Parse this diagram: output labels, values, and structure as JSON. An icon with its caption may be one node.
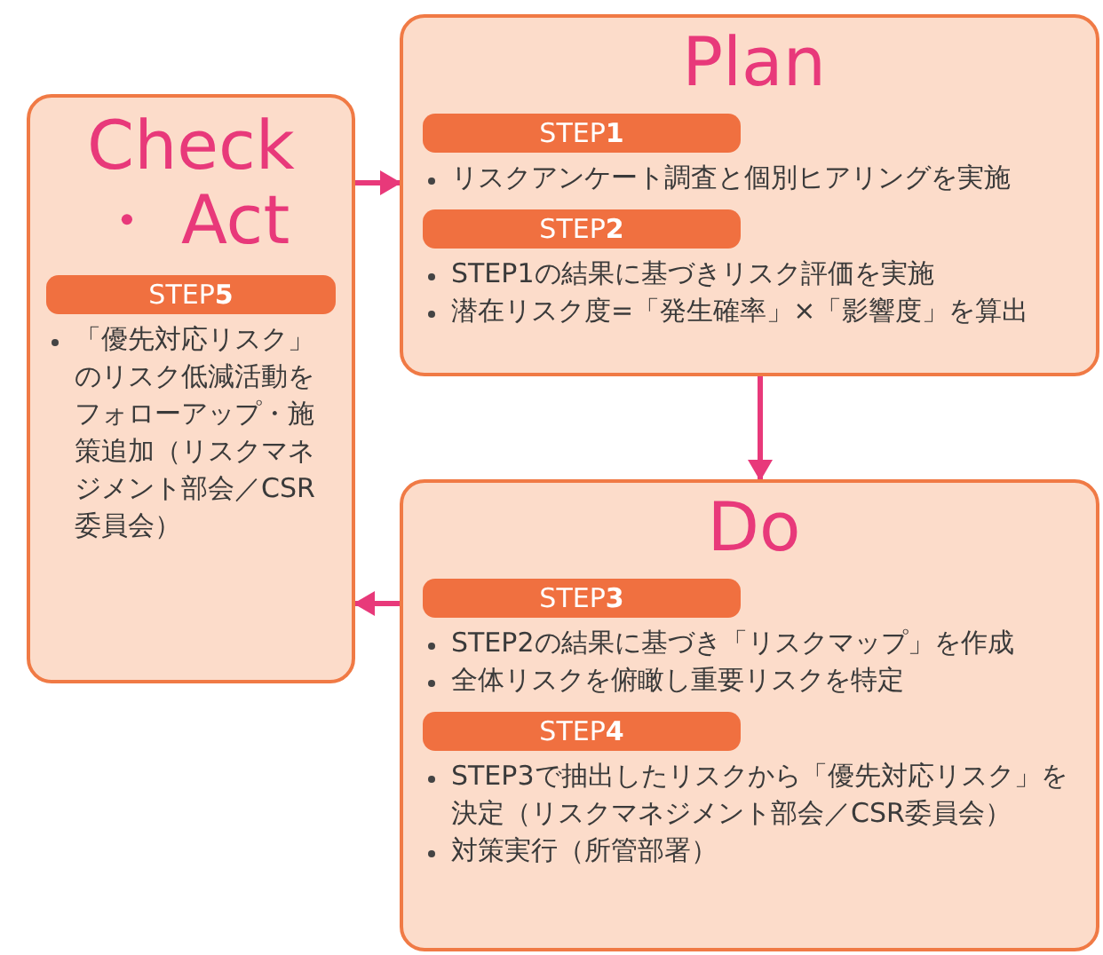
{
  "diagram": {
    "nodes": [
      {
        "text": [
          "Check ・ Act"
        ]
      },
      {
        "text": [
          "STEP**5**"
        ],
        "in": 0,
        "beside": [
          "「優先対応リスク」のリスク低減活動をフォローアップ・施策追加（リスクマネジメント部会／CSR委員会）"
        ]
      },
      {
        "text": [
          "Plan"
        ]
      },
      {
        "text": [
          "STEP**1**"
        ],
        "in": 2,
        "beside": [
          "リスクアンケート調査と個別ヒアリングを実施"
        ]
      },
      {
        "text": [
          "STEP**2**"
        ],
        "in": 2,
        "beside": [
          "STEP1の結果に基づきリスク評価を実施",
          "潜在リスク度=「発生確率」×「影響度」を算出"
        ]
      },
      {
        "text": [
          "Do"
        ]
      },
      {
        "text": [
          "STEP**3**"
        ],
        "in": 5,
        "beside": [
          "STEP2の結果に基づき「リスクマップ」を作成",
          "全体リスクを俯瞰し重要リスクを特定"
        ]
      },
      {
        "text": [
          "STEP**4**"
        ],
        "in": 5,
        "beside": [
          "STEP3で抽出したリスクから「優先対応リスク」を決定（リスクマネジメント部会／CSR委員会）",
          "対策実行（所管部署）"
        ]
      }
    ],
    "edges": [
      {
        "from": 0,
        "to": 2,
        "arrow": "to"
      },
      {
        "from": 2,
        "to": 5,
        "arrow": "to"
      },
      {
        "from": 5,
        "to": 0,
        "arrow": "to"
      }
    ]
  }
}
